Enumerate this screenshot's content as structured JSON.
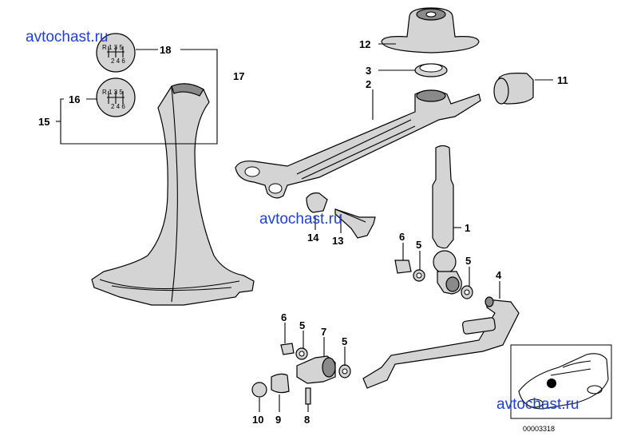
{
  "watermark": "avtochast.ru",
  "image_id": "00003318",
  "callouts": {
    "p1": "1",
    "p2": "2",
    "p3": "3",
    "p4": "4",
    "p5a": "5",
    "p5b": "5",
    "p5c": "5",
    "p5d": "5",
    "p6a": "6",
    "p6b": "6",
    "p7": "7",
    "p8": "8",
    "p9": "9",
    "p10": "10",
    "p11": "11",
    "p12": "12",
    "p13": "13",
    "p14": "14",
    "p15": "15",
    "p16": "16",
    "p17": "17",
    "p18": "18"
  },
  "knob_patterns": {
    "top": {
      "row1": "R 1 3 5",
      "row2": "2 4 6"
    },
    "bottom": {
      "row1": "R 1 3 5",
      "row2": "2 4 6"
    }
  }
}
